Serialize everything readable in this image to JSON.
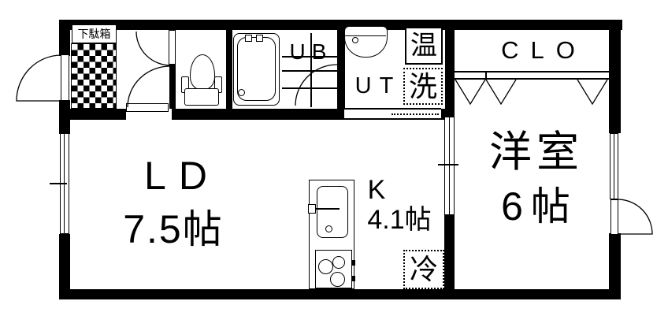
{
  "rooms": {
    "living_dining": {
      "label": "LD",
      "size": "7.5帖"
    },
    "kitchen": {
      "label": "K",
      "size": "4.1帖"
    },
    "western_room": {
      "label": "洋室",
      "size": "6帖"
    },
    "unit_bath": {
      "label": "UB"
    },
    "utility": {
      "label": "UT"
    },
    "closet": {
      "label": "CLO"
    }
  },
  "fixtures": {
    "shoe_cabinet": {
      "label": "下駄箱"
    },
    "water_heater": {
      "label": "温"
    },
    "washing_machine": {
      "label": "洗"
    },
    "refrigerator": {
      "label": "冷"
    }
  },
  "colors": {
    "line": "#000000",
    "background": "#ffffff"
  }
}
